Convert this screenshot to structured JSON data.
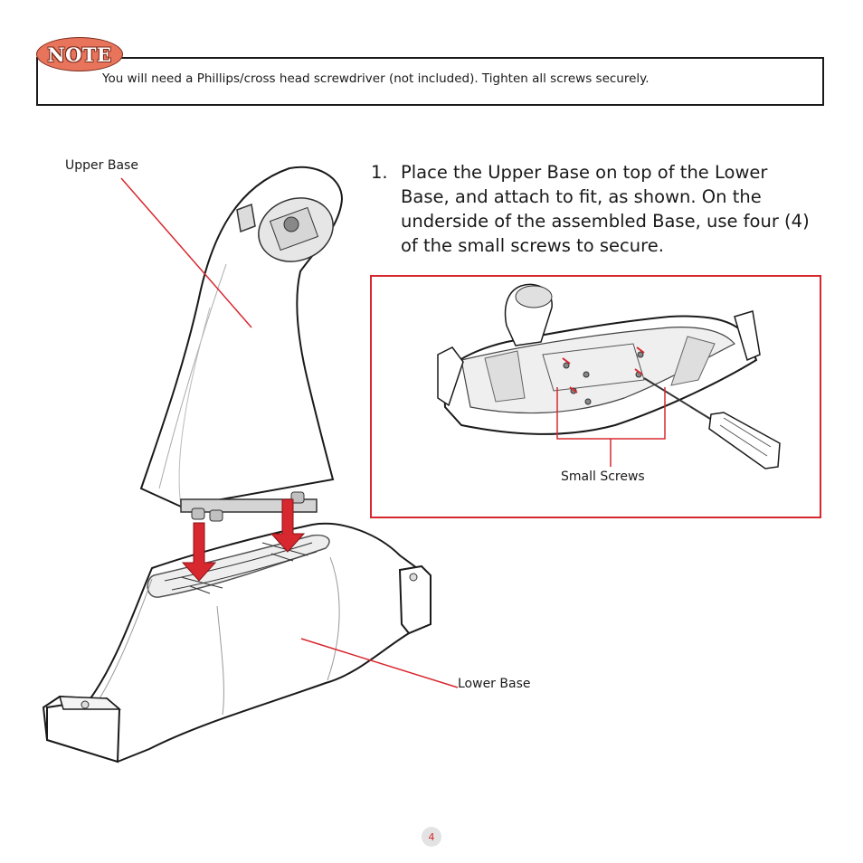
{
  "note": {
    "badge": "NOTE",
    "text": "You will need a Phillips/cross head screwdriver (not included). Tighten all screws securely."
  },
  "labels": {
    "upper_base": "Upper Base",
    "lower_base": "Lower Base",
    "small_screws": "Small Screws"
  },
  "step": {
    "number": "1.",
    "text": "Place the Upper Base on top of the Lower Base, and attach to fit, as shown. On the underside of the assembled Base, use four (4) of the small screws to secure."
  },
  "page_number": "4",
  "colors": {
    "accent_red": "#d7282f",
    "note_badge": "#e8745b",
    "outline": "#1a1a1a"
  }
}
